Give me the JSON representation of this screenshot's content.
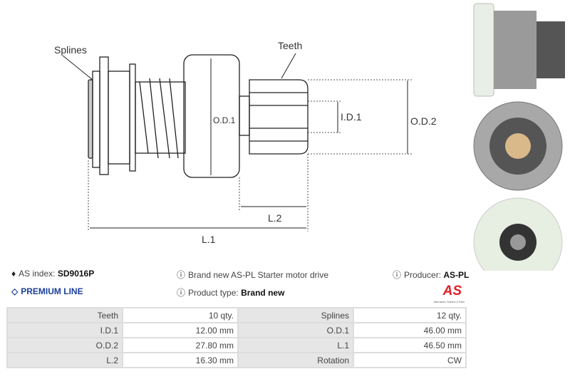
{
  "diagram": {
    "labels": {
      "splines": "Splines",
      "teeth": "Teeth",
      "od1": "O.D.1",
      "id1": "I.D.1",
      "od2": "O.D.2",
      "l2": "L.2",
      "l1": "L.1"
    }
  },
  "info": {
    "as_index_label": "AS index:",
    "as_index_value": "SD9016P",
    "premium_line": "PREMIUM LINE",
    "description": "Brand new AS-PL Starter motor drive",
    "product_type_label": "Product type:",
    "product_type_value": "Brand new",
    "producer_label": "Producer:",
    "producer_value": "AS-PL"
  },
  "logo": {
    "text": "AS",
    "tagline": "Alternators, Starters & Parts",
    "color": "#e41e26"
  },
  "specs": [
    {
      "l1": "Teeth",
      "v1": "10 qty.",
      "l2": "Splines",
      "v2": "12 qty."
    },
    {
      "l1": "I.D.1",
      "v1": "12.00 mm",
      "l2": "O.D.1",
      "v2": "46.00 mm"
    },
    {
      "l1": "O.D.2",
      "v1": "27.80 mm",
      "l2": "L.1",
      "v2": "46.50 mm"
    },
    {
      "l1": "L.2",
      "v1": "16.30 mm",
      "l2": "Rotation",
      "v2": "CW"
    }
  ]
}
